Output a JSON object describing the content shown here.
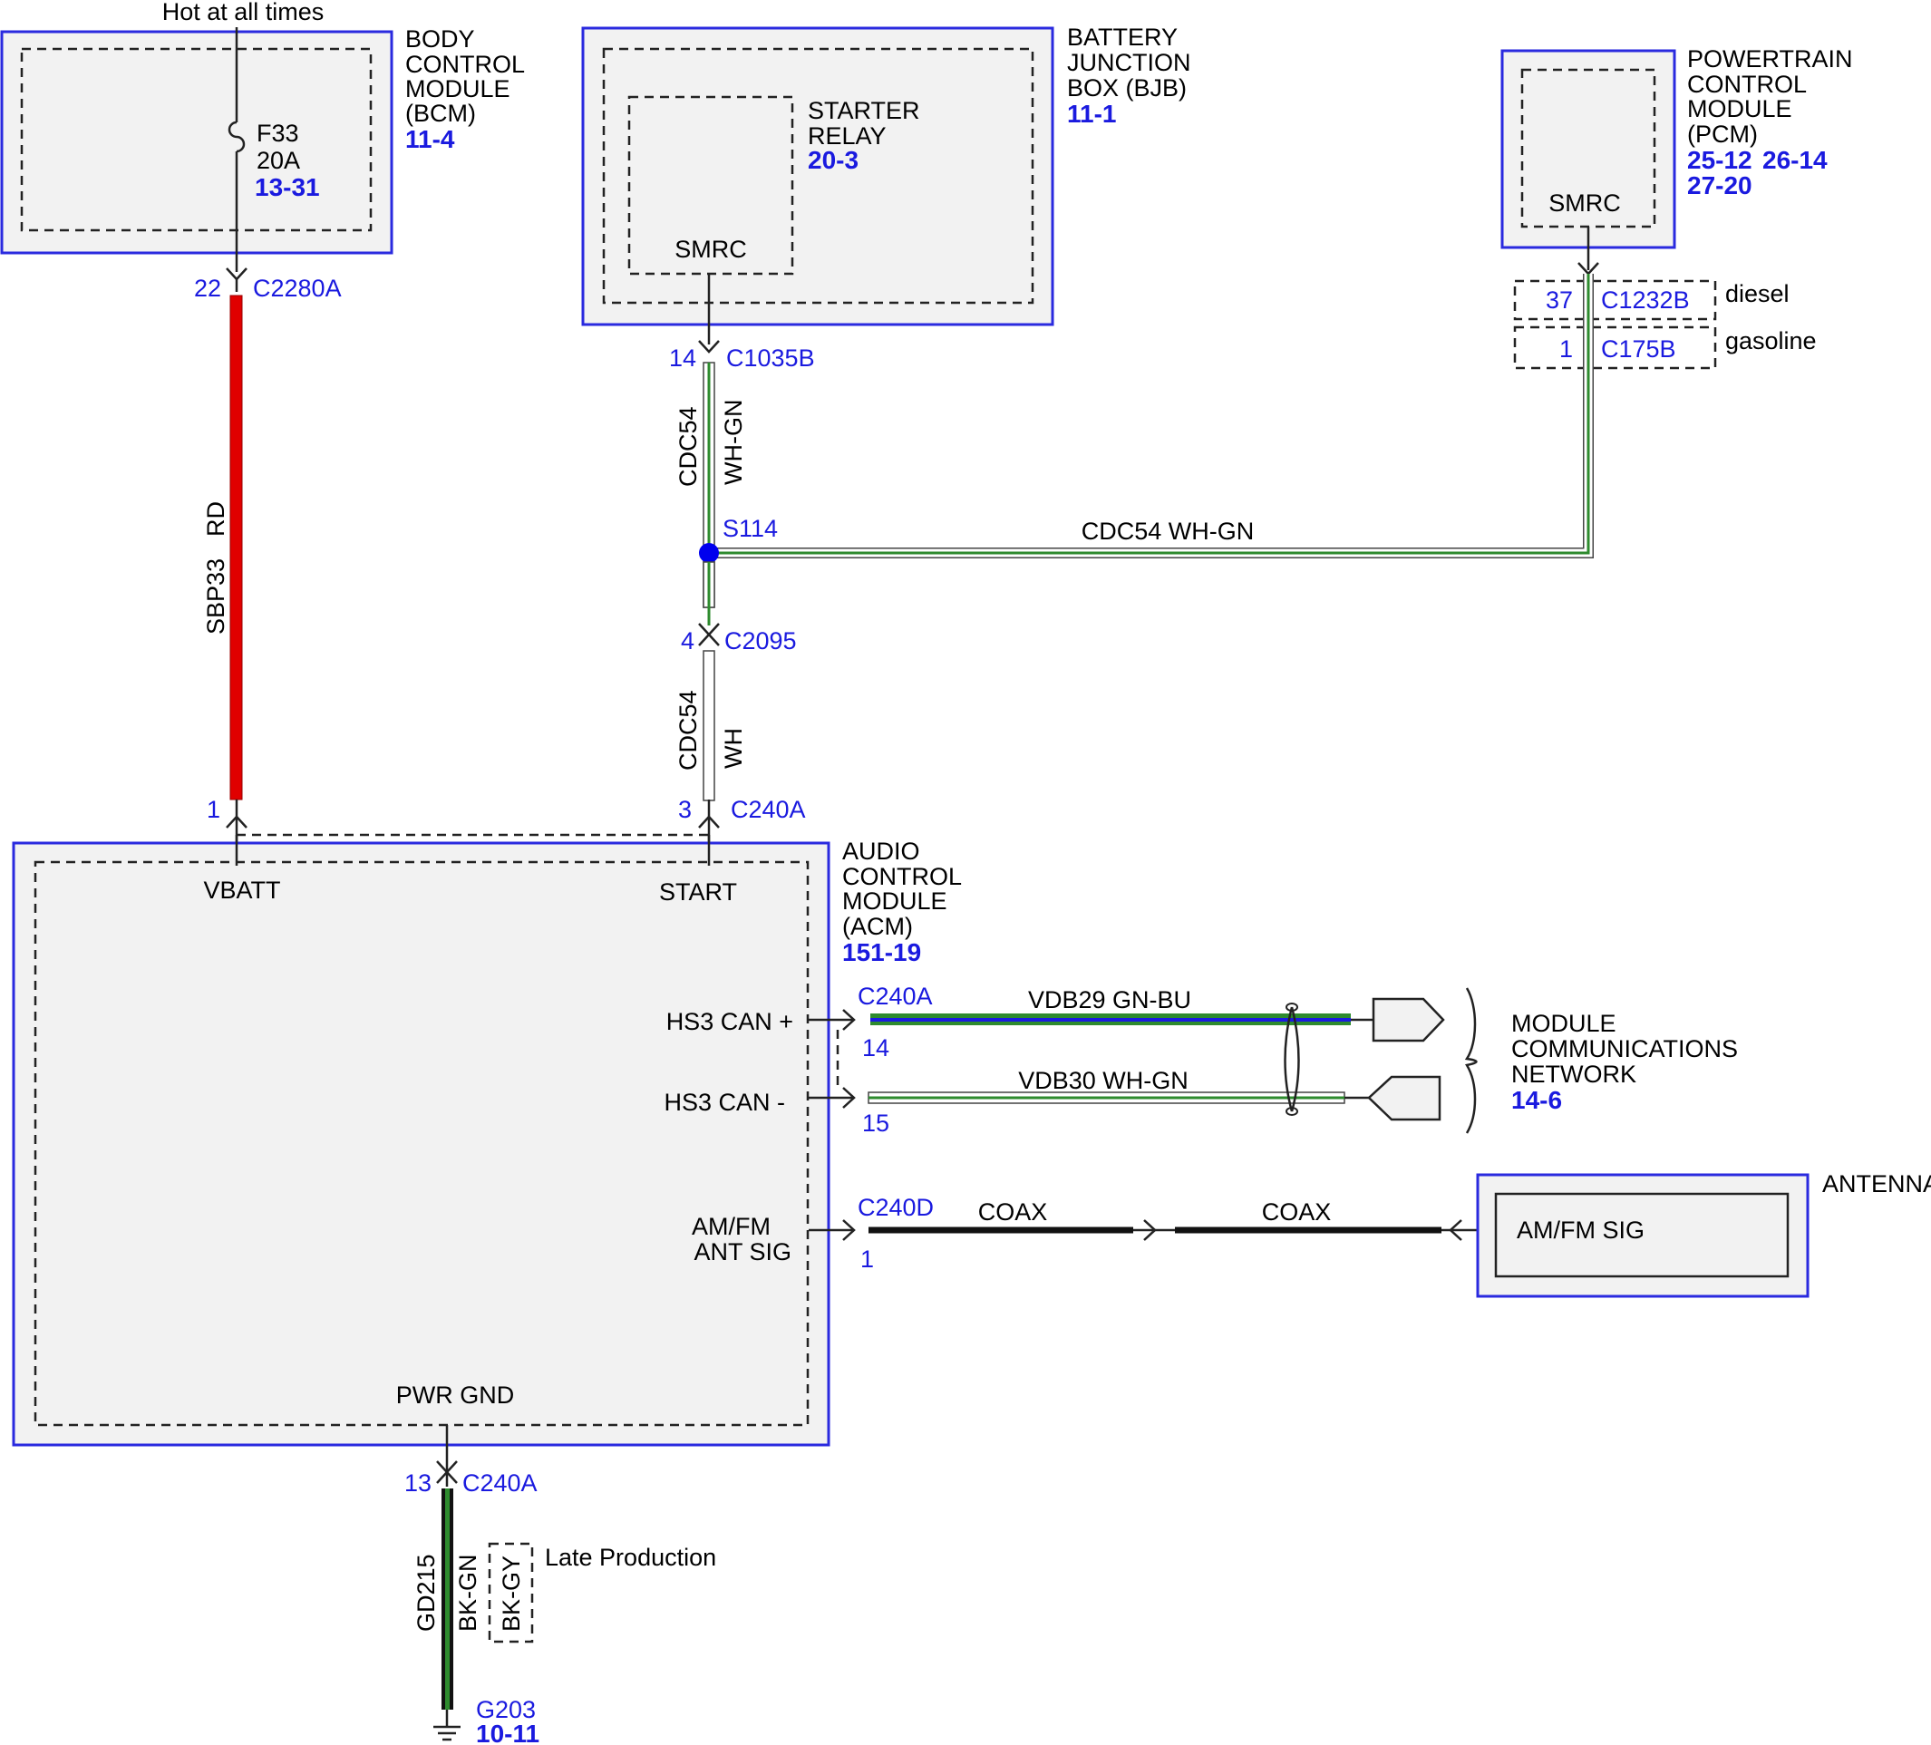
{
  "hot_label": "Hot at all times",
  "bcm": {
    "name_lines": [
      "BODY",
      "CONTROL",
      "MODULE",
      "(BCM)"
    ],
    "ref": "11-4",
    "fuse": {
      "name": "F33",
      "rating": "20A",
      "ref": "13-31"
    },
    "pin": "22",
    "connector": "C2280A"
  },
  "bjb": {
    "name_lines": [
      "BATTERY",
      "JUNCTION",
      "BOX (BJB)"
    ],
    "ref": "11-1",
    "relay_lines": [
      "STARTER",
      "RELAY"
    ],
    "relay_ref": "20-3",
    "relay_pin_label": "SMRC",
    "pin": "14",
    "connector": "C1035B"
  },
  "pcm": {
    "name_lines": [
      "POWERTRAIN",
      "CONTROL",
      "MODULE",
      "(PCM)"
    ],
    "refs_line1": [
      "25-12",
      "26-14"
    ],
    "refs_line2": "27-20",
    "pin_label": "SMRC",
    "connectors": [
      {
        "pin": "37",
        "name": "C1232B",
        "variant": "diesel"
      },
      {
        "pin": "1",
        "name": "C175B",
        "variant": "gasoline"
      }
    ]
  },
  "wires": {
    "vbatt": {
      "circuit": "SBP33",
      "color": "RD"
    },
    "start_upper": {
      "circuit": "CDC54",
      "color": "WH-GN"
    },
    "start_branch": {
      "label": "CDC54  WH-GN"
    },
    "start_lower": {
      "circuit": "CDC54",
      "color": "WH"
    },
    "can_plus": {
      "label": "VDB29  GN-BU"
    },
    "can_minus": {
      "label": "VDB30  WH-GN"
    },
    "coax_left": "COAX",
    "coax_right": "COAX",
    "ground": {
      "circuit": "GD215",
      "color": "BK-GN",
      "alt_color": "BK-GY",
      "alt_note": "Late Production"
    }
  },
  "splice": {
    "name": "S114"
  },
  "c2095": {
    "pin": "4",
    "name": "C2095"
  },
  "acm": {
    "name_lines": [
      "AUDIO",
      "CONTROL",
      "MODULE",
      "(ACM)"
    ],
    "ref": "151-19",
    "pins": {
      "vbatt": {
        "pin": "1",
        "label": "VBATT"
      },
      "start": {
        "pin": "3",
        "label": "START",
        "connector": "C240A"
      },
      "can_plus": {
        "pin": "14",
        "label": "HS3 CAN +",
        "connector": "C240A"
      },
      "can_minus": {
        "pin": "15",
        "label": "HS3 CAN -"
      },
      "amfm": {
        "pin": "1",
        "label_lines": [
          "AM/FM",
          "ANT SIG"
        ],
        "connector": "C240D"
      },
      "gnd": {
        "pin": "13",
        "label": "PWR GND",
        "connector": "C240A"
      }
    }
  },
  "network": {
    "name_lines": [
      "MODULE",
      "COMMUNICATIONS",
      "NETWORK"
    ],
    "ref": "14-6"
  },
  "antenna": {
    "name": "ANTENNA",
    "pin_label": "AM/FM SIG"
  },
  "ground_point": {
    "name": "G203",
    "ref": "10-11"
  },
  "colors": {
    "module_border": "#2a2adf",
    "ref_text": "#1a1adf",
    "wire_red": "#e00000",
    "wire_green": "#2e8b2e",
    "wire_blue": "#1a1adf",
    "splice_dot": "#0000ee"
  }
}
